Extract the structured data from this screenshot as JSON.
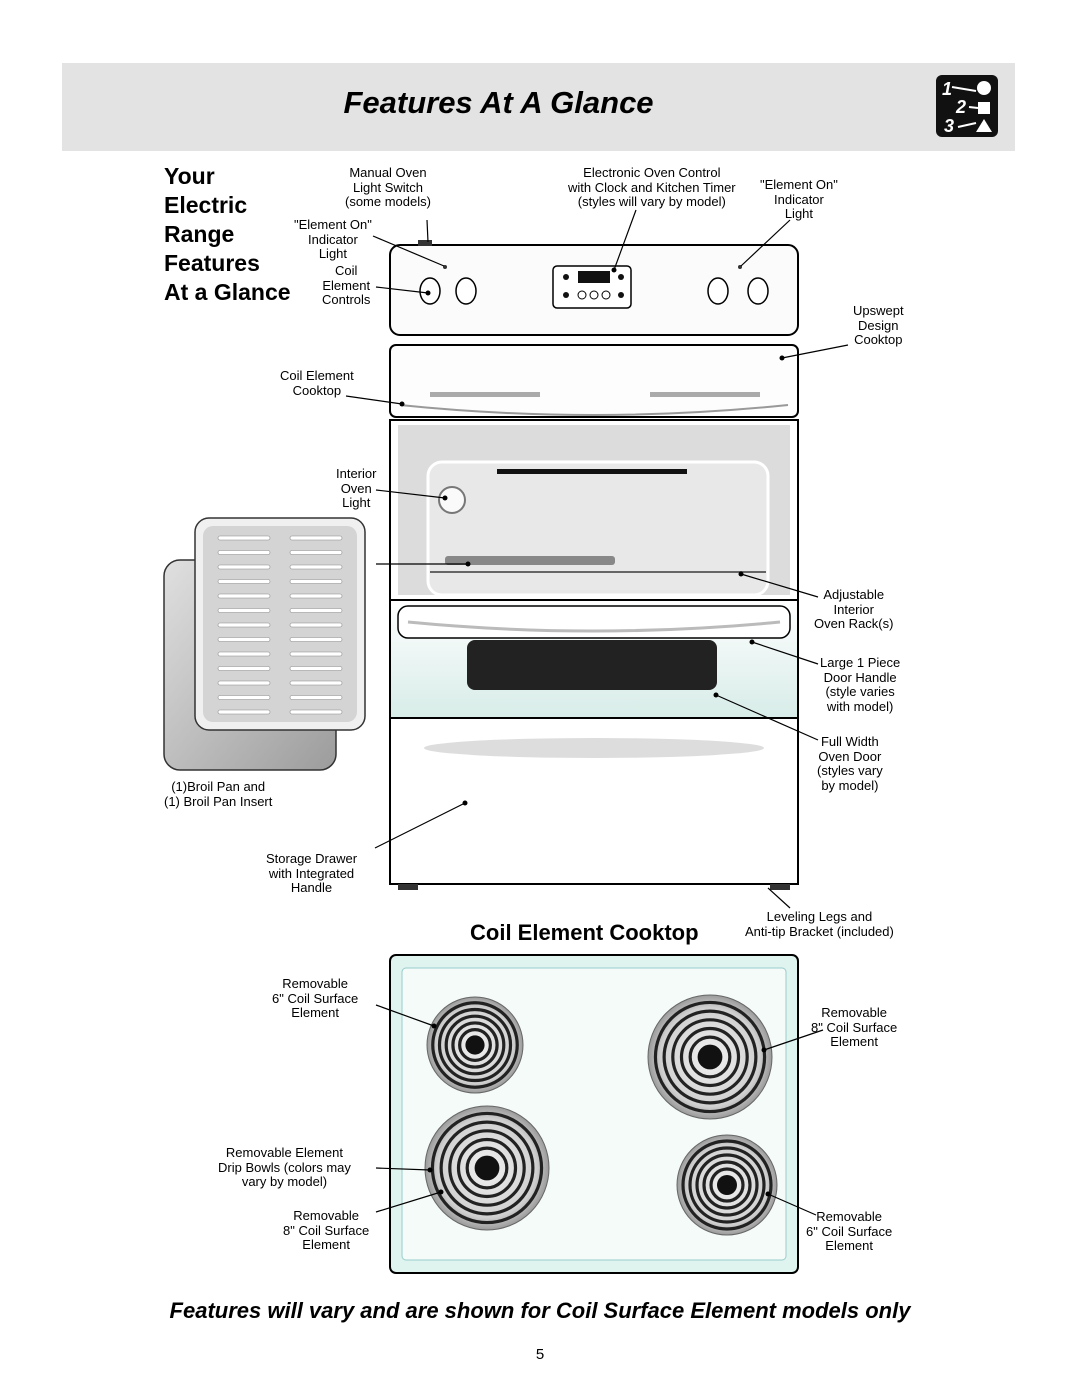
{
  "page_title": "Features At A Glance",
  "side_heading": [
    "Your",
    "Electric",
    "Range",
    "Features",
    "At a Glance"
  ],
  "cooktop_heading": "Coil Element Cooktop",
  "labels": {
    "manual_light": [
      "Manual Oven",
      "Light Switch",
      "(some models)"
    ],
    "oven_control": [
      "Electronic Oven Control",
      "with Clock and Kitchen Timer",
      "(styles will vary by model)"
    ],
    "element_on_right": [
      "\"Element On\"",
      "Indicator",
      "Light"
    ],
    "element_on_left": [
      "\"Element On\"",
      "Indicator",
      "Light"
    ],
    "coil_controls": [
      "Coil",
      "Element",
      "Controls"
    ],
    "upswept": [
      "Upswept",
      "Design",
      "Cooktop"
    ],
    "coil_cooktop": [
      "Coil Element",
      "Cooktop"
    ],
    "oven_light": [
      "Interior",
      "Oven",
      "Light"
    ],
    "oven_rack": [
      "Adjustable",
      "Interior",
      "Oven Rack(s)"
    ],
    "door_handle": [
      "Large 1 Piece",
      "Door Handle",
      "(style varies",
      "with model)"
    ],
    "oven_door": [
      "Full Width",
      "Oven Door",
      "(styles vary",
      "by model)"
    ],
    "broil_pan": [
      "(1)Broil Pan and",
      "(1) Broil Pan Insert"
    ],
    "storage_drawer": [
      "Storage Drawer",
      "with Integrated",
      "Handle"
    ],
    "leveling_legs": [
      "Leveling Legs and",
      "Anti-tip Bracket (included)"
    ],
    "coil_6_tl": [
      "Removable",
      "6\" Coil Surface",
      "Element"
    ],
    "coil_8_tr": [
      "Removable",
      "8\" Coil Surface",
      "Element"
    ],
    "drip_bowls": [
      "Removable Element",
      "Drip Bowls (colors may",
      "vary by model)"
    ],
    "coil_8_bl": [
      "Removable",
      "8\" Coil Surface",
      "Element"
    ],
    "coil_6_br": [
      "Removable",
      "6\" Coil Surface",
      "Element"
    ]
  },
  "logo_digits": [
    "1",
    "2",
    "3"
  ],
  "footer_note": "Features will vary and are shown for Coil Surface Element models only",
  "page_number": "5",
  "colors": {
    "banner": "#e3e3e3",
    "cooktop_glass": "#dff3ef",
    "door_glass": "#e8f4f2"
  }
}
